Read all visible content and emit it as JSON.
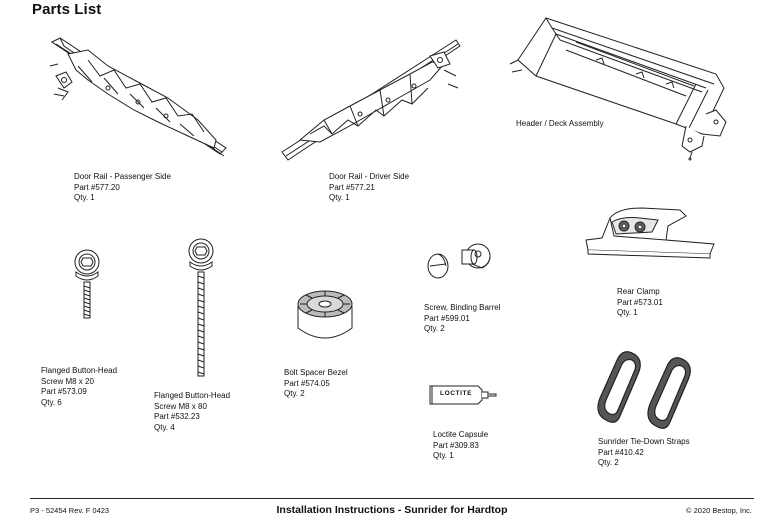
{
  "page": {
    "title": "Parts List"
  },
  "parts": [
    {
      "name": "Door Rail - Passenger Side",
      "part": "Part #577.20",
      "qty": "Qty. 1"
    },
    {
      "name": "Door Rail - Driver Side",
      "part": "Part #577.21",
      "qty": "Qty. 1"
    },
    {
      "name": "Header / Deck Assembly"
    },
    {
      "name": "Flanged Button-Head",
      "name2": "Screw M8 x 20",
      "part": "Part #573.09",
      "qty": "Qty. 6"
    },
    {
      "name": "Flanged Button-Head",
      "name2": "Screw M8 x 80",
      "part": "Part #532.23",
      "qty": "Qty. 4"
    },
    {
      "name": "Bolt Spacer Bezel",
      "part": "Part #574.05",
      "qty": "Qty. 2"
    },
    {
      "name": "Screw, Binding Barrel",
      "part": "Part #599.01",
      "qty": "Qty. 2"
    },
    {
      "name": "Loctite Capsule",
      "part": "Part #309.83",
      "qty": "Qty. 1",
      "brand_label": "LOCTITE"
    },
    {
      "name": "Rear Clamp",
      "part": "Part #573.01",
      "qty": "Qty. 1"
    },
    {
      "name": "Sunrider Tie-Down Straps",
      "part": "Part #410.42",
      "qty": "Qty. 2"
    }
  ],
  "footer": {
    "left": "P3 - 52454  Rev. F  0423",
    "center": "Installation Instructions - Sunrider for Hardtop",
    "right": "© 2020 Bestop, Inc."
  }
}
